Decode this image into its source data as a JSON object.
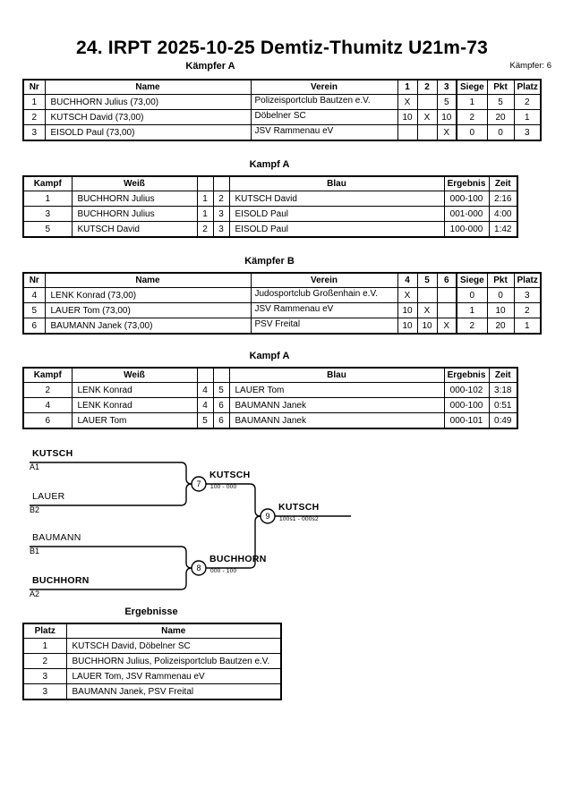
{
  "header": {
    "title": "24. IRPT  2025-10-25  Demtiz-Thumitz   U21m-73",
    "subhead": "Kämpfer A",
    "count_label": "Kämpfer: 6"
  },
  "captions": {
    "pool_a": "Kämpfer A",
    "kampf_a1": "Kampf A",
    "pool_b": "Kämpfer B",
    "kampf_a2": "Kampf A",
    "ergebnisse": "Ergebnisse"
  },
  "pool_a": {
    "headers": [
      "Nr",
      "Name",
      "Verein",
      "1",
      "2",
      "3",
      "Siege",
      "Pkt",
      "Platz"
    ],
    "rows": [
      {
        "nr": "1",
        "name": "BUCHHORN Julius  (73,00)",
        "verein": "Polizeisportclub Bautzen e.V.",
        "m": [
          "X",
          "",
          "5"
        ],
        "siege": "1",
        "pkt": "5",
        "platz": "2"
      },
      {
        "nr": "2",
        "name": "KUTSCH David  (73,00)",
        "verein": "Döbelner SC",
        "m": [
          "10",
          "X",
          "10"
        ],
        "siege": "2",
        "pkt": "20",
        "platz": "1"
      },
      {
        "nr": "3",
        "name": "EISOLD   Paul  (73,00)",
        "verein": "JSV Rammenau eV",
        "m": [
          "",
          "",
          "X"
        ],
        "siege": "0",
        "pkt": "0",
        "platz": "3"
      }
    ]
  },
  "pool_b": {
    "headers": [
      "Nr",
      "Name",
      "Verein",
      "4",
      "5",
      "6",
      "Siege",
      "Pkt",
      "Platz"
    ],
    "rows": [
      {
        "nr": "4",
        "name": "LENK Konrad  (73,00)",
        "verein": "Judosportclub Großenhain e.V.",
        "m": [
          "X",
          "",
          ""
        ],
        "siege": "0",
        "pkt": "0",
        "platz": "3"
      },
      {
        "nr": "5",
        "name": "LAUER  Tom  (73,00)",
        "verein": "JSV Rammenau eV",
        "m": [
          "10",
          "X",
          ""
        ],
        "siege": "1",
        "pkt": "10",
        "platz": "2"
      },
      {
        "nr": "6",
        "name": "BAUMANN Janek  (73,00)",
        "verein": "PSV Freital",
        "m": [
          "10",
          "10",
          "X"
        ],
        "siege": "2",
        "pkt": "20",
        "platz": "1"
      }
    ]
  },
  "kampf_a1": {
    "headers": [
      "Kampf",
      "Weiß",
      "",
      "",
      "Blau",
      "Ergebnis",
      "Zeit"
    ],
    "rows": [
      {
        "kampf": "1",
        "weiss": "BUCHHORN Julius",
        "weiss_bold": false,
        "n1": "1",
        "n2": "2",
        "blau": "KUTSCH David",
        "blau_bold": true,
        "ergebnis": "000-100",
        "zeit": "2:16"
      },
      {
        "kampf": "3",
        "weiss": "BUCHHORN Julius",
        "weiss_bold": true,
        "n1": "1",
        "n2": "3",
        "blau": "EISOLD   Paul",
        "blau_bold": false,
        "ergebnis": "001-000",
        "zeit": "4:00"
      },
      {
        "kampf": "5",
        "weiss": "KUTSCH David",
        "weiss_bold": true,
        "n1": "2",
        "n2": "3",
        "blau": "EISOLD   Paul",
        "blau_bold": false,
        "ergebnis": "100-000",
        "zeit": "1:42"
      }
    ]
  },
  "kampf_a2": {
    "headers": [
      "Kampf",
      "Weiß",
      "",
      "",
      "Blau",
      "Ergebnis",
      "Zeit"
    ],
    "rows": [
      {
        "kampf": "2",
        "weiss": "LENK Konrad",
        "weiss_bold": false,
        "n1": "4",
        "n2": "5",
        "blau": "LAUER  Tom",
        "blau_bold": true,
        "ergebnis": "000-102",
        "zeit": "3:18"
      },
      {
        "kampf": "4",
        "weiss": "LENK Konrad",
        "weiss_bold": false,
        "n1": "4",
        "n2": "6",
        "blau": "BAUMANN Janek",
        "blau_bold": true,
        "ergebnis": "000-100",
        "zeit": "0:51"
      },
      {
        "kampf": "6",
        "weiss": "LAUER  Tom",
        "weiss_bold": false,
        "n1": "5",
        "n2": "6",
        "blau": "BAUMANN Janek",
        "blau_bold": true,
        "ergebnis": "000-101",
        "zeit": "0:49"
      }
    ]
  },
  "bracket": {
    "entries": [
      {
        "name": "KUTSCH",
        "code": "A1",
        "bold": true
      },
      {
        "name": "LAUER",
        "code": "B2",
        "bold": false
      },
      {
        "name": "BAUMANN",
        "code": "B1",
        "bold": false
      },
      {
        "name": "BUCHHORN",
        "code": "A2",
        "bold": true
      }
    ],
    "matches": [
      {
        "num": "7",
        "winner": "KUTSCH",
        "score": "100 - 000"
      },
      {
        "num": "8",
        "winner": "BUCHHORN",
        "score": "000 - 100"
      },
      {
        "num": "9",
        "winner": "KUTSCH",
        "score": "100s1 - 000s2"
      }
    ]
  },
  "ergebnisse": {
    "headers": [
      "Platz",
      "Name"
    ],
    "rows": [
      {
        "platz": "1",
        "name": "KUTSCH David, Döbelner SC"
      },
      {
        "platz": "2",
        "name": "BUCHHORN Julius, Polizeisportclub Bautzen e.V."
      },
      {
        "platz": "3",
        "name": "LAUER  Tom, JSV Rammenau eV"
      },
      {
        "platz": "3",
        "name": "BAUMANN Janek, PSV Freital"
      }
    ]
  }
}
